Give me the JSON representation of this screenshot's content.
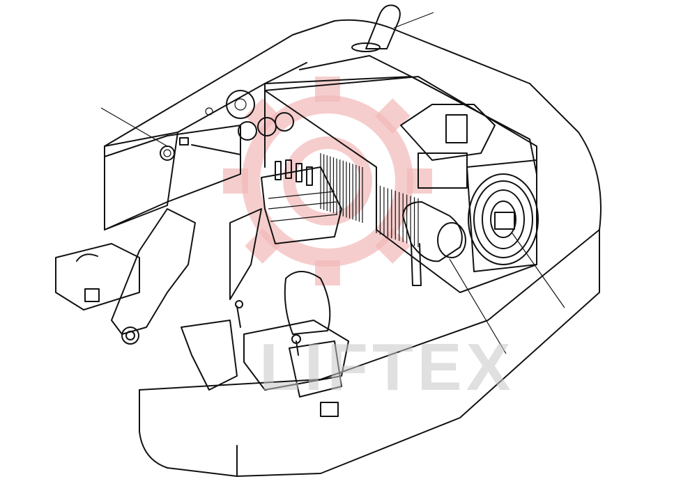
{
  "figure": {
    "description_type": "technical-illustration",
    "subject": "excavator-upper-structure",
    "watermark": {
      "text": "LIFTEX",
      "text_color": "#c8c8c8",
      "logo_color": "#f2b8b8"
    },
    "line_color": "#111111",
    "background": "#ffffff"
  }
}
